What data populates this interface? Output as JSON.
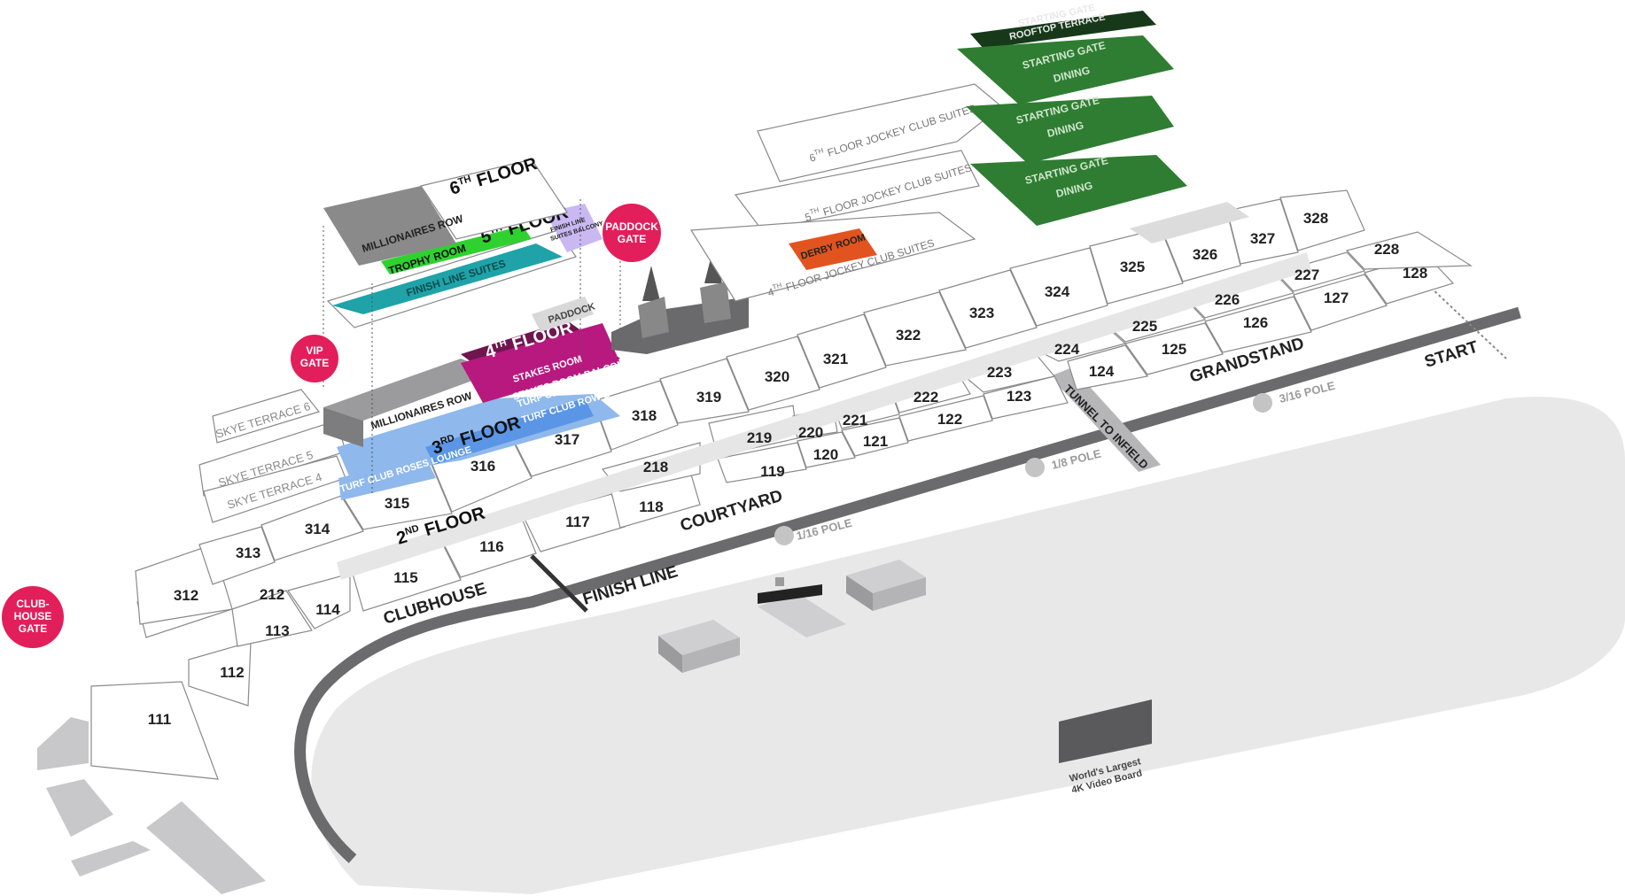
{
  "colors": {
    "track_fill": "#e8e8e9",
    "rail": "#6b6b6d",
    "gate": "#e21f5b",
    "millionaires_row": "#8a8a8a",
    "trophy_room": "#2fd12f",
    "finish_line_suites": "#1fa3a8",
    "finish_line_balcony": "#c9b8f2",
    "fourth_floor_dark": "#6f1550",
    "stakes_room": "#b8197f",
    "third_floor_blue": "#8fb8ec",
    "turf_club_blue": "#5b96e6",
    "derby_room": "#e2541f",
    "starting_gate_green": "#2f7d32",
    "rooftop_dark": "#17391a",
    "building_grey": "#9b9b9d"
  },
  "gates": {
    "paddock": "PADDOCK GATE",
    "vip": "VIP GATE",
    "clubhouse": "CLUB- HOUSE GATE"
  },
  "areas": {
    "clubhouse": "CLUBHOUSE",
    "finish_line": "FINISH LINE",
    "courtyard": "COURTYARD",
    "grandstand": "GRANDSTAND",
    "start": "START",
    "tunnel": "TUNNEL TO INFIELD",
    "paddock": "PADDOCK",
    "video_board_line1": "World's Largest",
    "video_board_line2": "4K Video Board"
  },
  "poles": {
    "p1_16": "1/16 POLE",
    "p1_8": "1/8 POLE",
    "p3_16": "3/16 POLE"
  },
  "floors": {
    "second": {
      "num": "2",
      "sup": "ND",
      "word": "FLOOR"
    },
    "third": {
      "num": "3",
      "sup": "RD",
      "word": "FLOOR"
    },
    "fourth": {
      "num": "4",
      "sup": "TH",
      "word": "FLOOR"
    },
    "fifth": {
      "num": "5",
      "sup": "TH",
      "word": "FLOOR"
    },
    "sixth": {
      "num": "6",
      "sup": "TH",
      "word": "FLOOR"
    }
  },
  "rooms": {
    "millionaires_row_6": "MILLIONAIRES ROW",
    "millionaires_row_4": "MILLIONAIRES ROW",
    "trophy_room": "TROPHY ROOM",
    "finish_line_suites": "FINISH LINE SUITES",
    "finish_line_balcony_1": "FINISH LINE",
    "finish_line_balcony_2": "SUITES BALCONY",
    "stakes_room": "STAKES ROOM",
    "stakes_room_balcony": "STAKES ROOM BALCONY",
    "turf_club": "TURF CLUB",
    "turf_club_row_b": "TURF CLUB ROW B",
    "turf_club_roses": "TURF CLUB ROSES LOUNGE",
    "derby_room": "DERBY ROOM",
    "skye_terrace_6": "SKYE TERRACE 6",
    "skye_terrace_5": "SKYE TERRACE 5",
    "skye_terrace_4": "SKYE TERRACE 4"
  },
  "jockey_club": {
    "sixth": {
      "num": "6",
      "sup": "TH",
      "rest": "FLOOR JOCKEY CLUB SUITES"
    },
    "fifth": {
      "num": "5",
      "sup": "TH",
      "rest": "FLOOR JOCKEY CLUB SUITES"
    },
    "fourth": {
      "num": "4",
      "sup": "TH",
      "rest": "FLOOR JOCKEY CLUB SUITES"
    }
  },
  "starting_gate": {
    "rooftop_1": "STARTING GATE",
    "rooftop_2": "ROOFTOP TERRACE",
    "dining_1": "STARTING GATE",
    "dining_2": "DINING"
  },
  "sections": {
    "s328": "328",
    "s327": "327",
    "s326": "326",
    "s325": "325",
    "s324": "324",
    "s323": "323",
    "s322": "322",
    "s321": "321",
    "s320": "320",
    "s319": "319",
    "s318": "318",
    "s317": "317",
    "s316": "316",
    "s315": "315",
    "s314": "314",
    "s313": "313",
    "s312": "312",
    "s228": "228",
    "s227": "227",
    "s226": "226",
    "s225": "225",
    "s224": "224",
    "s223": "223",
    "s222": "222",
    "s221": "221",
    "s220": "220",
    "s219": "219",
    "s218": "218",
    "s212": "212",
    "s128": "128",
    "s127": "127",
    "s126": "126",
    "s125": "125",
    "s124": "124",
    "s123": "123",
    "s122": "122",
    "s121": "121",
    "s120": "120",
    "s119": "119",
    "s118": "118",
    "s117": "117",
    "s116": "116",
    "s115": "115",
    "s114": "114",
    "s113": "113",
    "s112": "112",
    "s111": "111"
  }
}
